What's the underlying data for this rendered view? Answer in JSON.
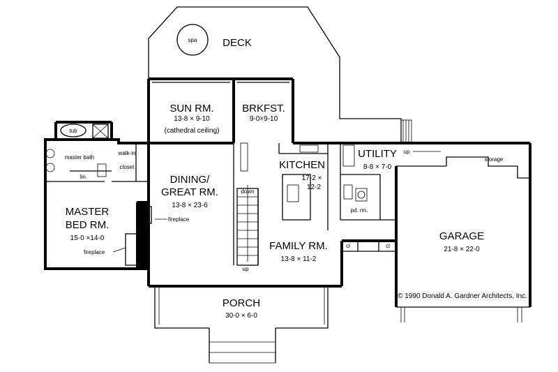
{
  "rooms": {
    "deck": {
      "name": "DECK"
    },
    "spa": {
      "name": "spa"
    },
    "sun_room": {
      "name": "SUN RM.",
      "dims": "13-8 × 9-10",
      "note": "(cathedral ceiling)"
    },
    "breakfast": {
      "name": "BRKFST.",
      "dims": "9-0×9-10"
    },
    "kitchen": {
      "name": "KITCHEN",
      "dims_line1": "17-2 ×",
      "dims_line2": "12-2"
    },
    "utility": {
      "name": "UTILITY",
      "dims": "8-8 × 7-0"
    },
    "up_utility": {
      "name": "up"
    },
    "storage": {
      "name": "storage"
    },
    "tub": {
      "name": "tub"
    },
    "master_bath": {
      "name": "master bath"
    },
    "linen": {
      "name": "lin."
    },
    "walk_in_closet": {
      "name_line1": "walk-in",
      "name_line2": "closet"
    },
    "dining_great": {
      "name_line1": "DINING/",
      "name_line2": "GREAT RM.",
      "dims": "13-8 × 23-6"
    },
    "stair_down": {
      "name": "down"
    },
    "stair_up": {
      "name": "up"
    },
    "fireplace_great": {
      "name": "fireplace"
    },
    "master_bed": {
      "name_line1": "MASTER",
      "name_line2": "BED RM.",
      "dims": "15-0 ×14-0"
    },
    "fireplace_master": {
      "name": "fireplace"
    },
    "family": {
      "name": "FAMILY RM.",
      "dims": "13-8 × 11-2"
    },
    "closet_left": {
      "name": "cl"
    },
    "closet_right": {
      "name": "cl"
    },
    "powder": {
      "name": "pd. rm."
    },
    "garage": {
      "name": "GARAGE",
      "dims": "21-8 × 22-0"
    },
    "porch": {
      "name": "PORCH",
      "dims": "30-0 × 6-0"
    }
  },
  "copyright": "© 1990 Donald A. Gardner Architects, Inc."
}
